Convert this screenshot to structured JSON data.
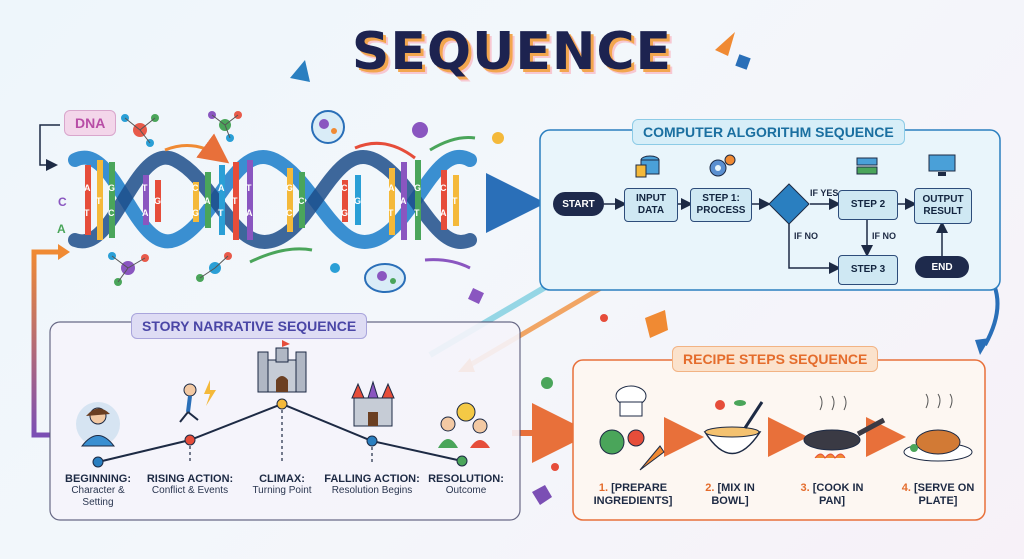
{
  "title": "SEQUENCE",
  "dna": {
    "label": "DNA",
    "side_letters": [
      "C",
      "A"
    ],
    "strand_bases": [
      "A",
      "T",
      "G",
      "C",
      "T",
      "A",
      "C",
      "G",
      "A",
      "T",
      "T",
      "A",
      "G",
      "C",
      "C",
      "G",
      "A",
      "T",
      "G",
      "T",
      "C",
      "A",
      "T",
      "G",
      "A",
      "T",
      "C",
      "G",
      "A",
      "T"
    ]
  },
  "algorithm": {
    "label": "COMPUTER ALGORITHM SEQUENCE",
    "start": "START",
    "input": "INPUT DATA",
    "step1": "STEP 1: PROCESS",
    "if_yes": "IF YES",
    "if_no_left": "IF NO",
    "if_no_right": "IF NO",
    "step2": "STEP 2",
    "step3": "STEP 3",
    "output": "OUTPUT RESULT",
    "end": "END"
  },
  "story": {
    "label": "STORY NARRATIVE SEQUENCE",
    "stages": [
      {
        "title": "BEGINNING:",
        "sub": "Character & Setting"
      },
      {
        "title": "RISING ACTION:",
        "sub": "Conflict & Events"
      },
      {
        "title": "CLIMAX:",
        "sub": "Turning Point"
      },
      {
        "title": "FALLING ACTION:",
        "sub": "Resolution Begins"
      },
      {
        "title": "RESOLUTION:",
        "sub": "Outcome"
      }
    ]
  },
  "recipe": {
    "label": "RECIPE STEPS SEQUENCE",
    "steps": [
      {
        "num": "1.",
        "text": "[PREPARE INGREDIENTS]"
      },
      {
        "num": "2.",
        "text": "[MIX IN BOWL]"
      },
      {
        "num": "3.",
        "text": "[COOK IN PAN]"
      },
      {
        "num": "4.",
        "text": "[SERVE ON PLATE]"
      }
    ]
  },
  "colors": {
    "navy": "#1d2350",
    "dna_tag": "#b84da6",
    "algo_tag": "#1a8ec4",
    "story_tag": "#5b57b6",
    "recipe_tag": "#f08a33",
    "box_fill": "#cfe8f3"
  }
}
